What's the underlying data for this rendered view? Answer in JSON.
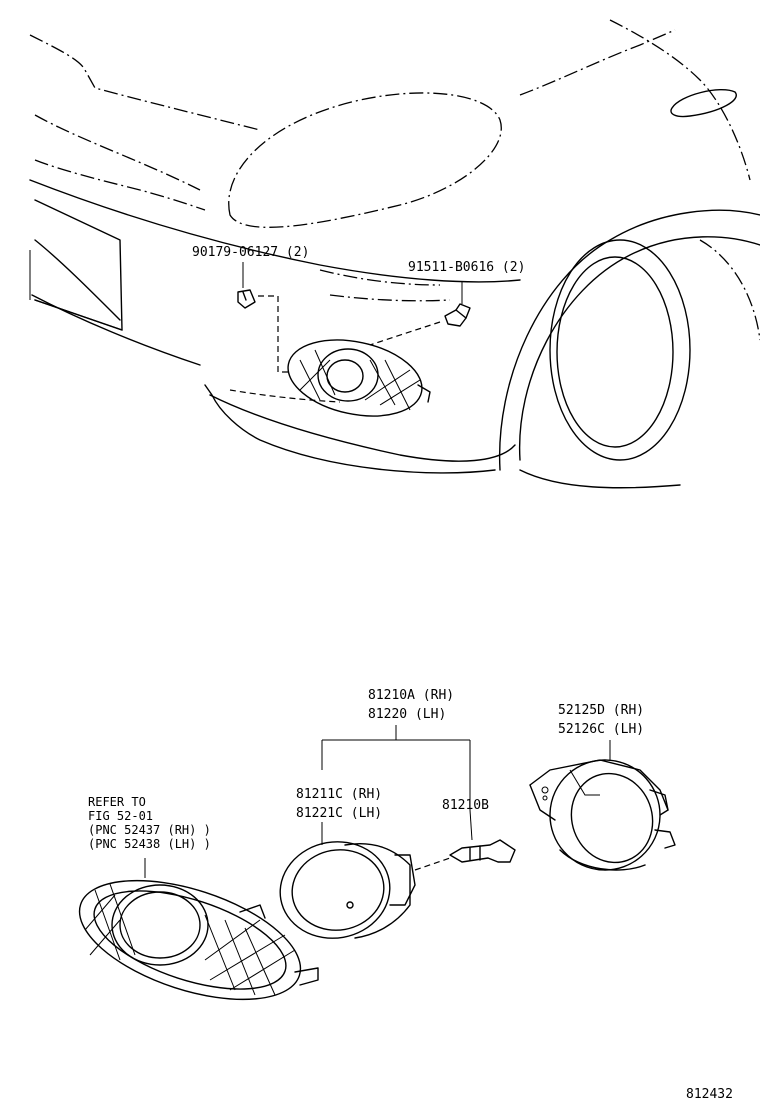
{
  "labels": {
    "clip_part": "90179-06127 (2)",
    "screw_part": "91511-B0616 (2)",
    "assembly_rh": "81210A (RH)",
    "assembly_lh": "81220 (LH)",
    "unit_rh": "81211C (RH)",
    "unit_lh": "81221C (LH)",
    "bulb": "81210B",
    "bracket_rh": "52125D (RH)",
    "bracket_lh": "52126C (LH)",
    "refer_line1": "REFER TO",
    "refer_line2": "FIG 52-01",
    "refer_line3": "(PNC 52437 (RH) )",
    "refer_line4": "(PNC 52438 (LH) )",
    "figure_number": "812432"
  }
}
